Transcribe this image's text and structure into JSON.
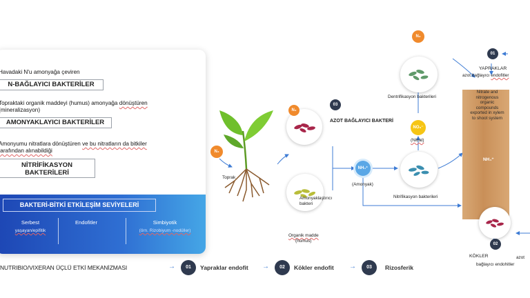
{
  "left_panel": {
    "stmt1": "Havadaki N'u amonyağa çeviren",
    "box1": "N-BAĞLAYICI BAKTERİLER",
    "stmt2_a": "Topraktaki organik maddeyi (humus) amonyağa ",
    "stmt2_b": "dönüştüren",
    "stmt2_c": "(mineralizasyon)",
    "box2": "AMONYAKLAYICI BAKTERİLER",
    "stmt3_a": "Amonyumu nitratlara dönüştüren ",
    "stmt3_b": "ve bu nitratların da ",
    "stmt3_c": "bitkiler",
    "stmt3_d": "tarafından alınabildiği",
    "box3_line1": "NİTRİFİKASYON",
    "box3_line2": "BAKTERİLERİ",
    "interaction_title": "BAKTERİ-BİTKİ ETKİLEŞİM SEVİYELERİ",
    "levels": [
      {
        "label": "Serbest",
        "sub": "yaşayan/epifitik"
      },
      {
        "label": "Endofitler",
        "sub": ""
      },
      {
        "label": "Simbiyotik",
        "sub": "(örn. Rizobiyum -nodüller)"
      }
    ]
  },
  "bottom_row": {
    "title": "NUTRIBIO/VIXERAN ÜÇLÜ ETKİ MEKANİZMASI",
    "steps": [
      {
        "num": "01",
        "label": "Yapraklar endofit"
      },
      {
        "num": "02",
        "label": "Kökler endofit"
      },
      {
        "num": "03",
        "label": "Rizosferik"
      }
    ]
  },
  "diagram": {
    "n2_symbol": "N₂",
    "toprak": "Toprak",
    "step03": "03",
    "azot_baglayici": "AZOT BAĞLAYICI BAKTERİ",
    "amonyaklastirici_1": "Amonyaklaştırıcı",
    "amonyaklastirici_2": "bakteri",
    "organik_1": "Organik madde",
    "organik_2": "(humus)",
    "nh4_symbol": "NH₄⁺",
    "amonyak": "(Amonyak)",
    "nitrifikasyon": "Nitrifikasyon bakterileri",
    "no3_symbol": "NO₃⁻",
    "nitrat": "(Nitrat)",
    "denitrifikasyon": "Dentrifikasyon bakterileri",
    "step01": "01",
    "yapraklar": "YAPRAKLAR",
    "yapraklar_sub_a": "azot bağlayıcı ",
    "yapraklar_sub_b": "endofitler",
    "root_text": "Nitrate and nitrogenous organic compounds exported in xylem to shoot system",
    "nh4_root": "NH₄⁺",
    "step02": "02",
    "kokler": "KÖKLER",
    "kokler_right": "azot",
    "kokler_sub": "bağlayıcı endohitler"
  },
  "colors": {
    "dark_circle": "#2f3a4f",
    "orange": "#f08a2c",
    "yellow": "#f6c515",
    "blue_arrow": "#3d7bd4",
    "panel_gradient_start": "#1d46b4",
    "panel_gradient_end": "#45a6e6"
  }
}
